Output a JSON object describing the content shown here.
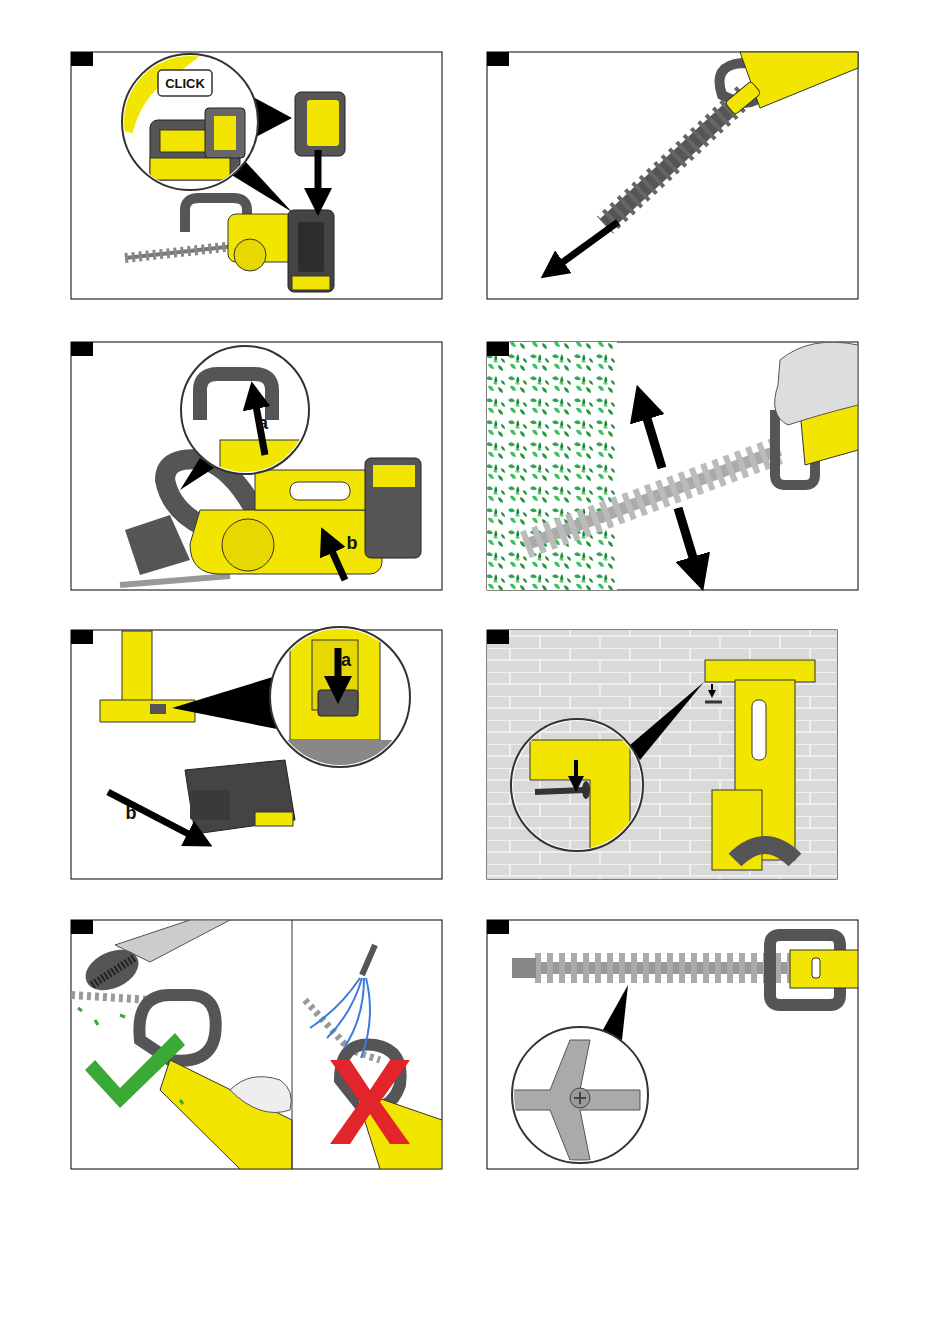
{
  "diagram": {
    "labels": [
      "CLICK",
      "a",
      "b",
      "a",
      "b"
    ]
  }
}
